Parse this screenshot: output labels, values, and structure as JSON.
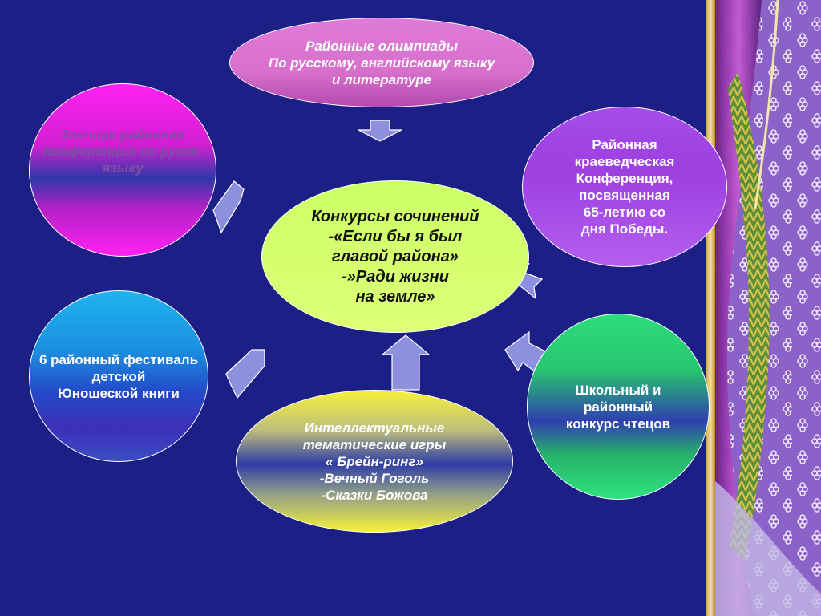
{
  "nodes": {
    "olymp": [
      "Районные олимпиады",
      "По русскому, английскому языку",
      "и литературе"
    ],
    "zaoch": [
      "Заочная районная",
      "Конференция по русск.",
      "языку"
    ],
    "kraev": [
      "Районная",
      "краеведческая",
      "Конференция,",
      "посвященная",
      "65-летию со",
      "дня Победы."
    ],
    "center": [
      "Конкурсы сочинений",
      "-«Если бы я был",
      "главой района»",
      "-»Ради жизни",
      "на земле»"
    ],
    "fest": [
      "6 районный фестиваль",
      "детской",
      "Юношеской книги"
    ],
    "intel": [
      "Интеллектуальные",
      "тематические игры",
      "« Брейн-ринг»",
      "-Вечный Гоголь",
      "-Сказки Божова"
    ],
    "school": [
      "Школьный и",
      "районный",
      "конкурс чтецов"
    ]
  },
  "colors": {
    "background": "#1c1f86",
    "arrow_fill": "#8f8fe0",
    "center_fill": "#ccff66"
  }
}
